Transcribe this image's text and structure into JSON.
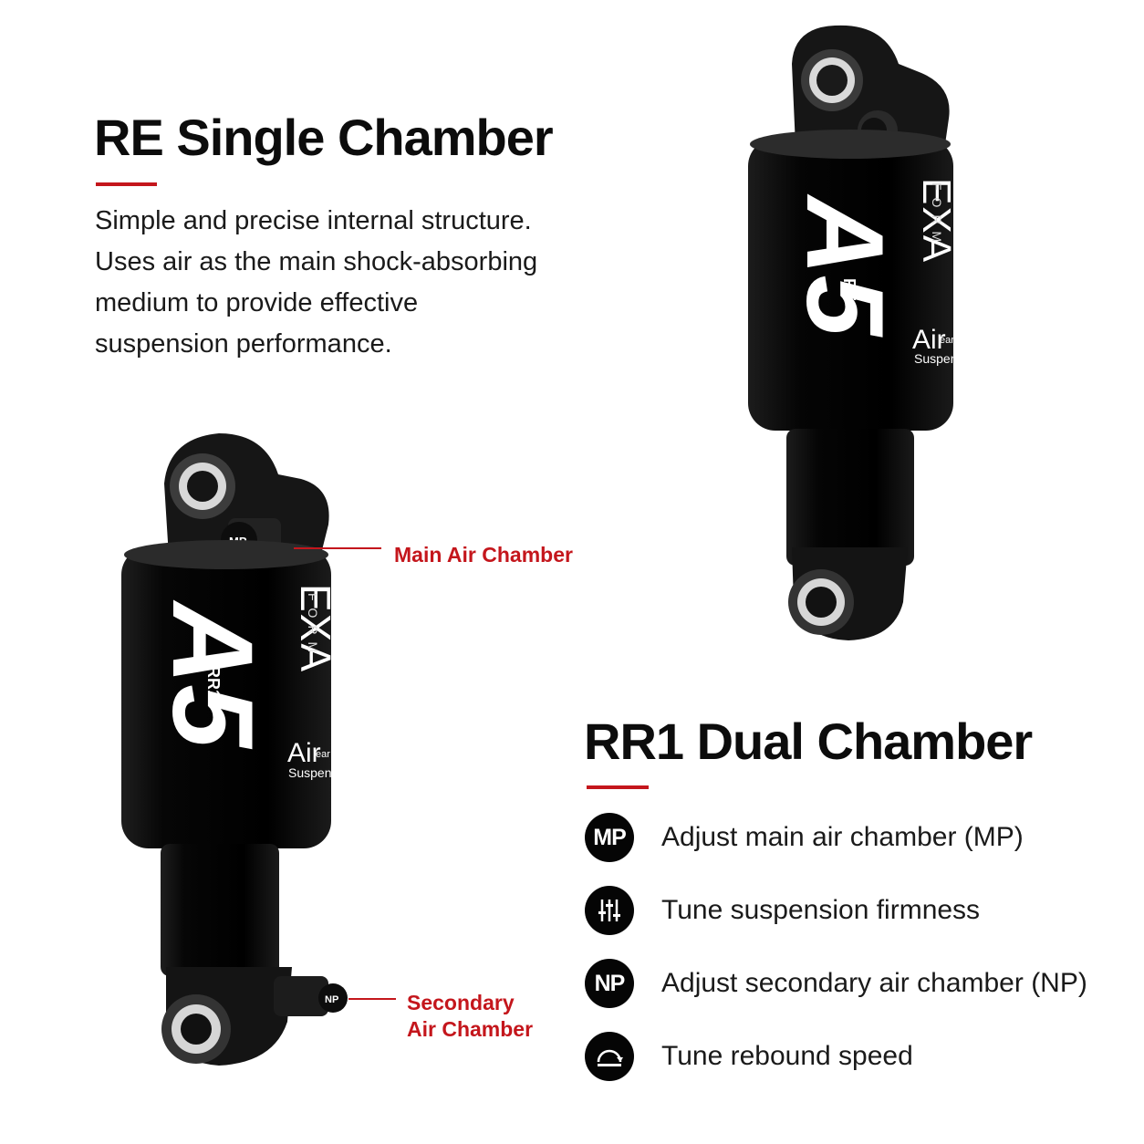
{
  "re_section": {
    "title": "RE Single Chamber",
    "description_lines": [
      "Simple and precise internal structure.",
      "Uses air as the main shock-absorbing",
      "medium to provide effective",
      "suspension performance."
    ]
  },
  "rr1_section": {
    "title": "RR1 Dual Chamber",
    "features": [
      {
        "icon": "mp-badge-icon",
        "badge": "MP",
        "text": "Adjust main air chamber (MP)"
      },
      {
        "icon": "sliders-icon",
        "badge": "",
        "text": "Tune suspension firmness"
      },
      {
        "icon": "np-badge-icon",
        "badge": "NP",
        "text": "Adjust secondary air chamber (NP)"
      },
      {
        "icon": "rebound-dial-icon",
        "badge": "",
        "text": "Tune rebound speed"
      }
    ]
  },
  "callouts": {
    "main_air_chamber": "Main Air Chamber",
    "secondary_line1": "Secondary",
    "secondary_line2": "Air Chamber"
  },
  "shock_re": {
    "model": "A5",
    "variant": "RE",
    "brand_top": "EXA",
    "brand_bottom": "FORM",
    "air": "Air",
    "air_sub": "ear",
    "suspension": "Suspension"
  },
  "shock_rr1": {
    "model": "A5",
    "variant": "RR1",
    "brand_top": "EXA",
    "brand_bottom": "FORM",
    "air": "Air",
    "air_sub": "ear",
    "suspension": "Suspension",
    "valve_top": "MP",
    "valve_bottom": "NP"
  },
  "colors": {
    "accent": "#c4161c",
    "shock_body": "#050505",
    "text": "#111111"
  }
}
